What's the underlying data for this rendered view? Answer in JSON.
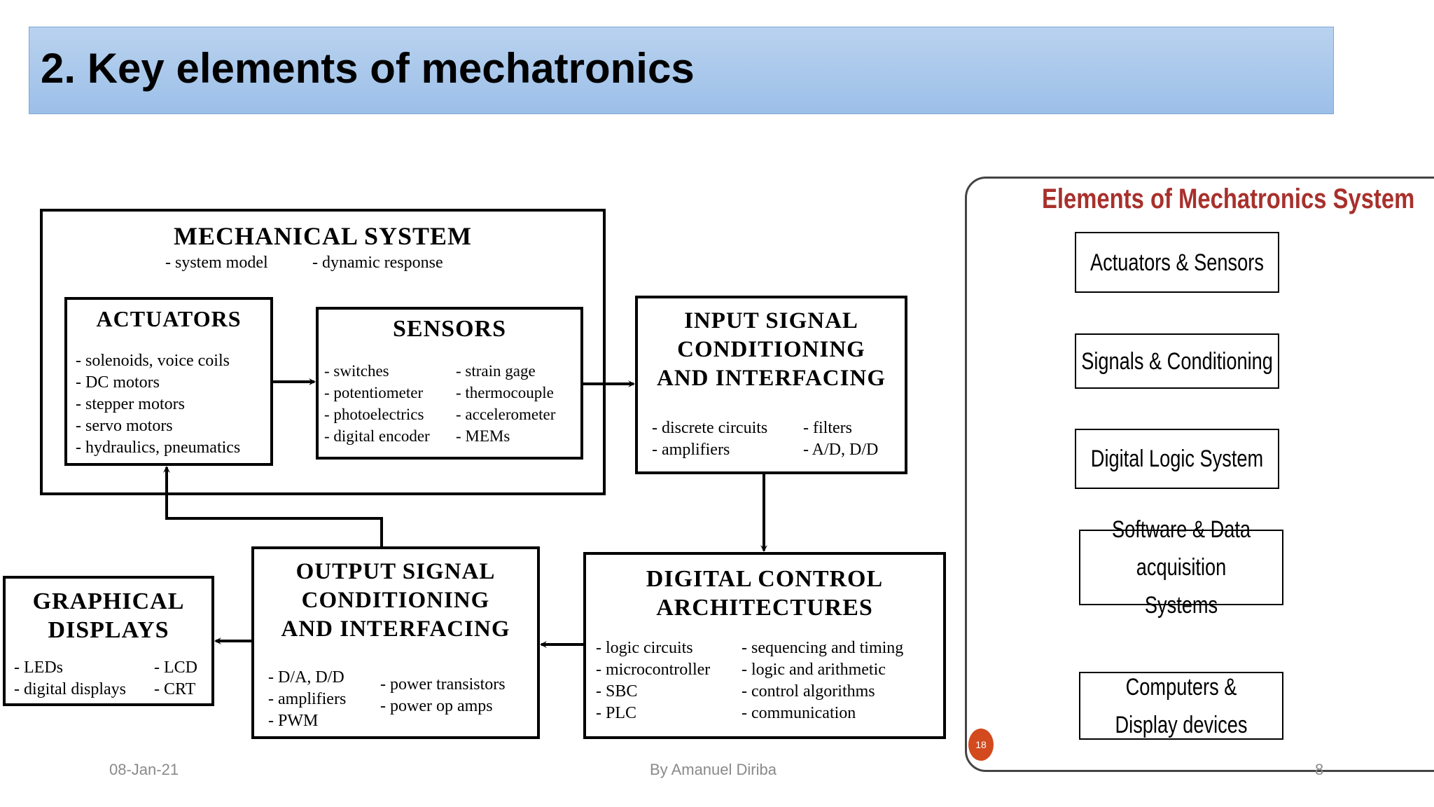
{
  "slide": {
    "title": "2. Key elements of mechatronics",
    "footer_date": "08-Jan-21",
    "footer_author": "By Amanuel Diriba",
    "footer_page": "8"
  },
  "left_diagram": {
    "mechanical": {
      "title": "MECHANICAL SYSTEM",
      "items": [
        "- system model",
        "- dynamic response"
      ]
    },
    "actuators": {
      "title": "ACTUATORS",
      "items": [
        "- solenoids, voice coils",
        "- DC motors",
        "- stepper motors",
        "- servo motors",
        "- hydraulics, pneumatics"
      ]
    },
    "sensors": {
      "title": "SENSORS",
      "items_left": [
        "- switches",
        "- potentiometer",
        "- photoelectrics",
        "- digital encoder"
      ],
      "items_right": [
        "- strain gage",
        "- thermocouple",
        "- accelerometer",
        "- MEMs"
      ]
    },
    "input": {
      "title_lines": [
        "INPUT SIGNAL",
        "CONDITIONING",
        "AND INTERFACING"
      ],
      "items_left": [
        "- discrete circuits",
        "- amplifiers"
      ],
      "items_right": [
        "- filters",
        "- A/D, D/D"
      ]
    },
    "digital": {
      "title_lines": [
        "DIGITAL CONTROL",
        "ARCHITECTURES"
      ],
      "items_left": [
        "- logic circuits",
        "- microcontroller",
        "- SBC",
        "- PLC"
      ],
      "items_right": [
        "- sequencing and timing",
        "- logic and arithmetic",
        "- control algorithms",
        "- communication"
      ]
    },
    "output": {
      "title_lines": [
        "OUTPUT SIGNAL",
        "CONDITIONING",
        "AND INTERFACING"
      ],
      "items_left": [
        "- D/A, D/D",
        "- amplifiers",
        "- PWM"
      ],
      "items_right": [
        "- power transistors",
        "- power op amps"
      ]
    },
    "graphical": {
      "title_lines": [
        "GRAPHICAL",
        "DISPLAYS"
      ],
      "items_left": [
        "- LEDs",
        "- digital displays"
      ],
      "items_right": [
        "- LCD",
        "- CRT"
      ]
    }
  },
  "right_diagram": {
    "title": "Elements of Mechatronics System",
    "boxes": [
      "Actuators & Sensors",
      "Signals & Conditioning",
      "Digital Logic System",
      "Software & Data acquisition Systems",
      "Computers & Display devices"
    ],
    "badge": "18",
    "title_color": "#a8302c",
    "arrow_color": "#c0392b"
  }
}
